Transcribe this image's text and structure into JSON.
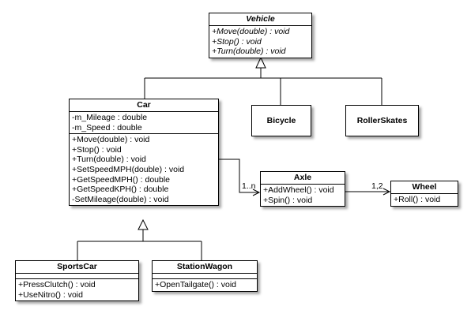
{
  "classes": {
    "vehicle": {
      "name": "Vehicle",
      "methods": [
        "+Move(double) : void",
        "+Stop() : void",
        "+Turn(double) : void"
      ]
    },
    "car": {
      "name": "Car",
      "attributes": [
        "-m_Mileage : double",
        "-m_Speed : double"
      ],
      "methods": [
        "+Move(double) : void",
        "+Stop() : void",
        "+Turn(double) : void",
        "+SetSpeedMPH(double) : void",
        "+GetSpeedMPH() : double",
        "+GetSpeedKPH() : double",
        "-SetMileage(double) : void"
      ]
    },
    "bicycle": {
      "name": "Bicycle"
    },
    "rollerskates": {
      "name": "RollerSkates"
    },
    "axle": {
      "name": "Axle",
      "methods": [
        "+AddWheel() : void",
        "+Spin() : void"
      ]
    },
    "wheel": {
      "name": "Wheel",
      "methods": [
        "+Roll() : void"
      ]
    },
    "sportscar": {
      "name": "SportsCar",
      "methods": [
        "+PressClutch() : void",
        "+UseNitro() : void"
      ]
    },
    "stationwagon": {
      "name": "StationWagon",
      "methods": [
        "+OpenTailgate() : void"
      ]
    }
  },
  "associations": {
    "car_axle": {
      "multiplicity": "1..n"
    },
    "axle_wheel": {
      "multiplicity": "1,2"
    }
  }
}
